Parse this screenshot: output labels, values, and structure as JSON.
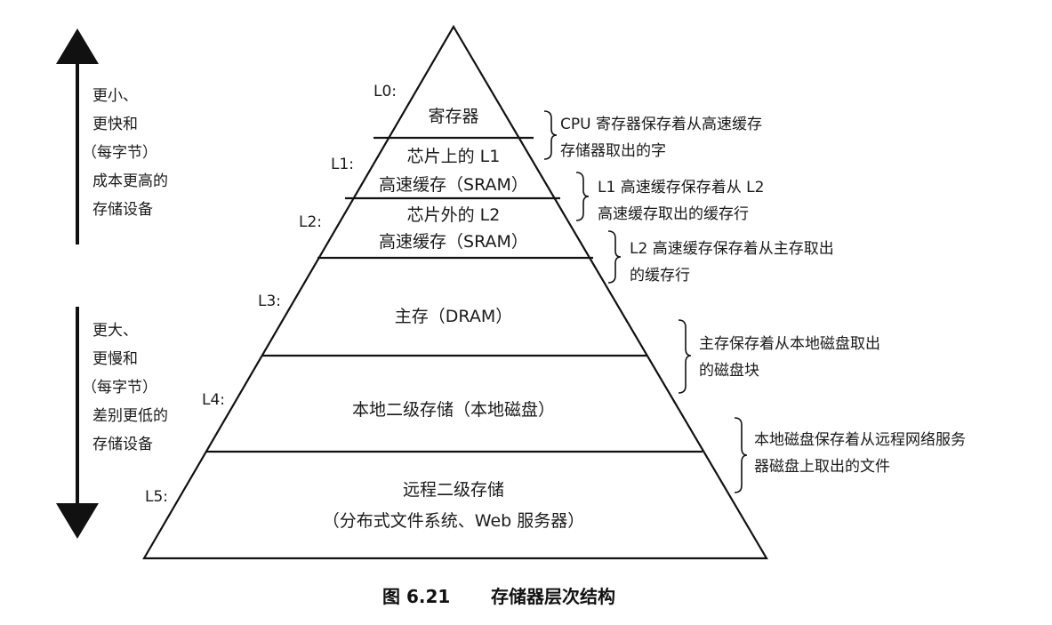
{
  "levels": [
    {
      "tag": "L0:",
      "lines": [
        "寄存器"
      ],
      "note": [
        "CPU 寄存器保存着从高速缓存",
        "存储器取出的字"
      ]
    },
    {
      "tag": "L1:",
      "lines": [
        "芯片上的 L1",
        "高速缓存（SRAM）"
      ],
      "note": [
        "L1 高速缓存保存着从 L2",
        "高速缓存取出的缓存行"
      ]
    },
    {
      "tag": "L2:",
      "lines": [
        "芯片外的 L2",
        "高速缓存（SRAM）"
      ],
      "note": [
        "L2 高速缓存保存着从主存取出",
        "的缓存行"
      ]
    },
    {
      "tag": "L3:",
      "lines": [
        "主存（DRAM）"
      ],
      "note": [
        "主存保存着从本地磁盘取出",
        "的磁盘块"
      ]
    },
    {
      "tag": "L4:",
      "lines": [
        "本地二级存储（本地磁盘）"
      ],
      "note": [
        "本地磁盘保存着从远程网络服务",
        "器磁盘上取出的文件"
      ]
    },
    {
      "tag": "L5:",
      "lines": [
        "远程二级存储",
        "（分布式文件系统、Web 服务器）"
      ],
      "note": []
    }
  ],
  "left_top": [
    "更小、",
    "更快和",
    "（每字节）",
    "成本更高的",
    "存储设备"
  ],
  "left_bottom": [
    "更大、",
    "更慢和",
    "（每字节）",
    "差别更低的",
    "存储设备"
  ],
  "caption": {
    "figure": "图 6.21",
    "title": "存储器层次结构"
  }
}
